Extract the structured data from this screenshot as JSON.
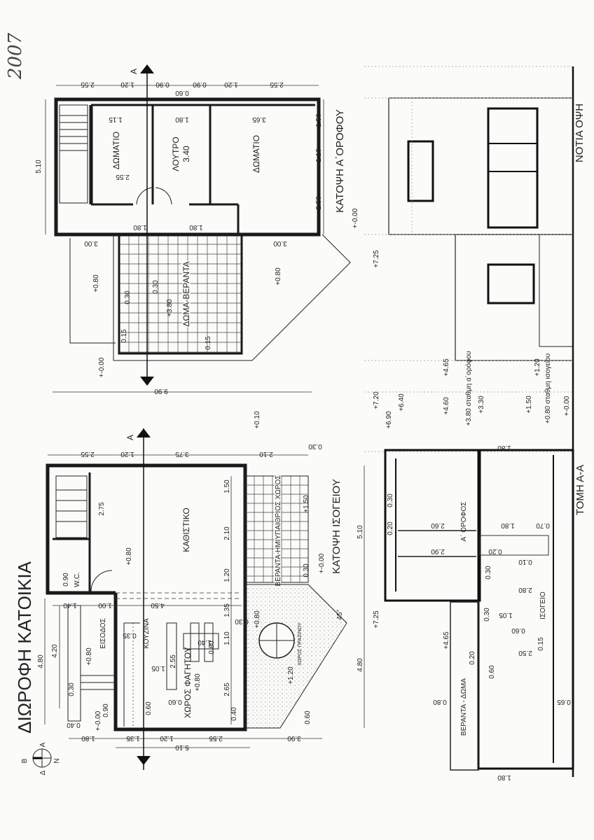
{
  "sheet": {
    "title": "ΔΙΩΡΟΦΗ ΚΑΤΟΙΚΙΑ",
    "year_note": "2007",
    "compass": {
      "north": "B",
      "south": "N",
      "east": "A",
      "west": "Δ"
    }
  },
  "upper_plan": {
    "title": "ΚΑΤΟΨΗ Α΄ΟΡΟΦΟΥ",
    "rooms": {
      "room_1": "ΔΩΜΑΤΙΟ",
      "bath": "ΛΟΥΤΡΟ",
      "bath_area": "3.40",
      "room_2": "ΔΩΜΑΤΙΟ",
      "terrace": "ΔΩΜΑ-ΒΕΡΑΝΤΑ"
    },
    "levels": [
      "+0.80",
      "+3.80",
      "+0.80",
      "+-0.00",
      "+-0.00"
    ],
    "dims_top": [
      "2.55",
      "1.20",
      "0.90",
      "0.60",
      "0.90",
      "1.20",
      "2.55"
    ],
    "dims_inner": [
      "1.15",
      "1.80",
      "3.65",
      "2.55",
      "1.80",
      "1.80",
      "3.00",
      "3.00",
      "0.30",
      "0.30",
      "0.15",
      "0.15"
    ],
    "dims_right": [
      "1.50",
      "1.10",
      "2.50"
    ],
    "overall_side": "5.10",
    "overall_length": "9.90",
    "section_mark": "A"
  },
  "ground_plan": {
    "title": "ΚΑΤΟΨΗ ΙΣΟΓΕΙΟΥ",
    "rooms": {
      "living": "ΚΑΘΙΣΤΙΚΟ",
      "kitchen": "ΚΟΥΖΙΝΑ",
      "dining": "ΧΩΡΟΣ ΦΑΓΗΤΟΥ",
      "entrance": "ΕΙΣΟΔΟΣ",
      "wc": "W.C.",
      "veranda": "ΒΕΡΑΝΤΑ-ΗΜΙΥΠΑΙΘΡΙΟΣ ΧΩΡΟΣ",
      "garden": "ΧΩΡΟΣ ΠΡΑΣΙΝΟΥ"
    },
    "levels": [
      "+0.80",
      "+0.80",
      "+0.80",
      "+0.80",
      "+1.20",
      "+1.50",
      "+-0.00",
      "+-0.00",
      "+0.10"
    ],
    "dims_top": [
      "2.55",
      "1.20",
      "3.75",
      "2.10",
      "0.30"
    ],
    "dims_bottom": [
      "1.80",
      "1.35",
      "1.20",
      "2.55",
      "3.90"
    ],
    "overall_bottom": "5.10",
    "dims_left": [
      "4.80",
      "4.20",
      "1.40",
      "1.00",
      "4.50",
      "0.40"
    ],
    "dims_inner": [
      "2.75",
      "1.50",
      "2.10",
      "1.20",
      "1.35",
      "1.10",
      "2.65",
      "2.55",
      "1.05",
      "1.40",
      "0.80",
      "0.60",
      "0.60",
      "0.35",
      "0.30",
      "0.90",
      "0.90",
      "0.40",
      "0.60",
      "0.30",
      "0.30"
    ],
    "overall_side_a": "5.10",
    "overall_side_b": "4.80",
    "angle": "45°",
    "section_mark": "A"
  },
  "section": {
    "title": "ΤΟΜΗ Α-Α",
    "labels": {
      "upper_floor": "Α΄ ΟΡΟΦΟΣ",
      "ground_floor": "ΙΣΟΓΕΙΟ",
      "terrace": "ΒΕΡΑΝΤΑ - ΔΩΜΑ"
    },
    "levels": [
      "+7.25",
      "+7.20",
      "+6.90",
      "+6.40",
      "+4.60",
      "+3.80 σταθμη α΄ορόφου",
      "+3.30",
      "+1.50",
      "+0.80 σταθμη ισογείου",
      "+-0.00",
      "+4.65",
      "+1.20",
      "+4.65",
      "+7.25"
    ],
    "dims": [
      "1.80",
      "2.60",
      "2.90",
      "0.30",
      "1.80",
      "0.70",
      "0.20",
      "0.20",
      "0.10",
      "0.30",
      "2.80",
      "1.05",
      "0.60",
      "2.50",
      "0.60",
      "0.15",
      "0.80",
      "0.65",
      "1.80",
      "0.20",
      "0.30"
    ]
  },
  "elevation": {
    "title": "ΝΟΤΙΑ ΟΨΗ"
  }
}
